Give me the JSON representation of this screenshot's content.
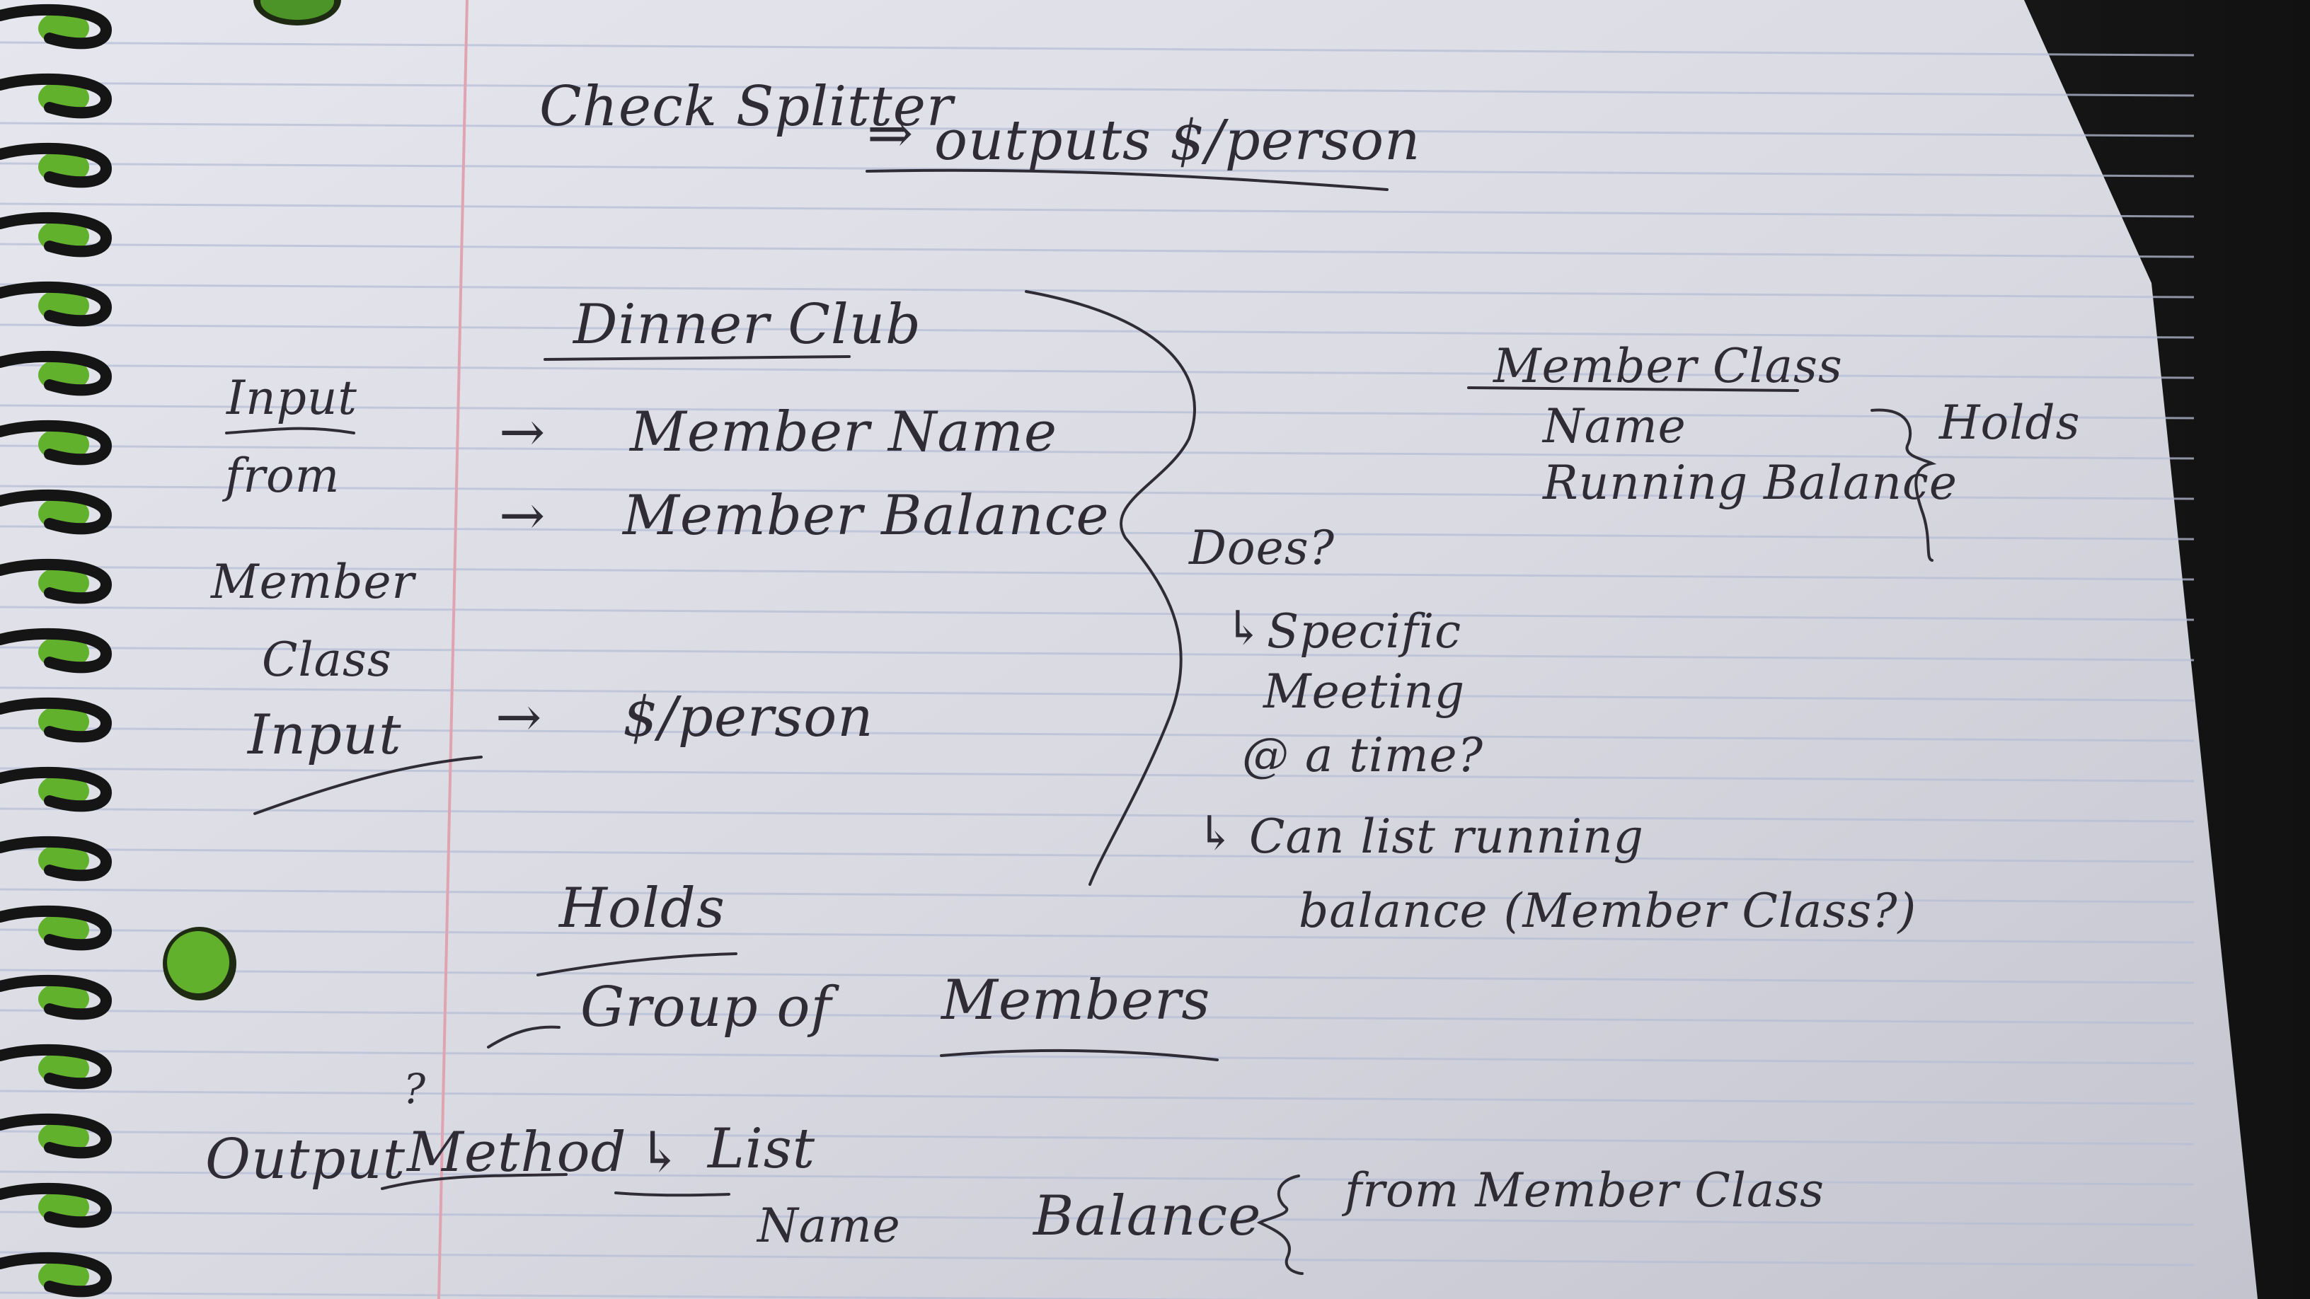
{
  "header": {
    "title": "Check Splitter",
    "arrow": "⇒",
    "subtitle": "outputs $/person"
  },
  "dinner_club": {
    "heading": "Dinner Club",
    "input_label_lines": [
      "Input",
      "from",
      "Member",
      "Class"
    ],
    "input_label_2": "Input",
    "arrow": "→",
    "items": [
      "Member Name",
      "Member Balance",
      "$/person"
    ],
    "does": {
      "label": "Does?",
      "arrow": "↳",
      "notes": [
        [
          "Specific",
          "Meeting",
          "@ a time?"
        ],
        [
          "Can list running",
          "balance (Member Class?)"
        ]
      ]
    },
    "holds": {
      "label": "Holds",
      "value_prefix": "Group of",
      "value_emph": "Members"
    },
    "output": {
      "label": "Output",
      "question": "?",
      "method": "Method",
      "arrow": "↳",
      "list": "List",
      "col_name": "Name",
      "col_balance": "Balance",
      "source": "from Member Class"
    }
  },
  "member_class": {
    "heading": "Member Class",
    "fields": [
      "Name",
      "Running Balance"
    ],
    "note": "Holds"
  },
  "colors": {
    "paper": "#dcdce4",
    "ink": "#2f2c35",
    "ruled_line": "#b7bfd6",
    "margin_line": "#e0a3b0",
    "hole": "#62b12c",
    "spiral": "#151515"
  }
}
